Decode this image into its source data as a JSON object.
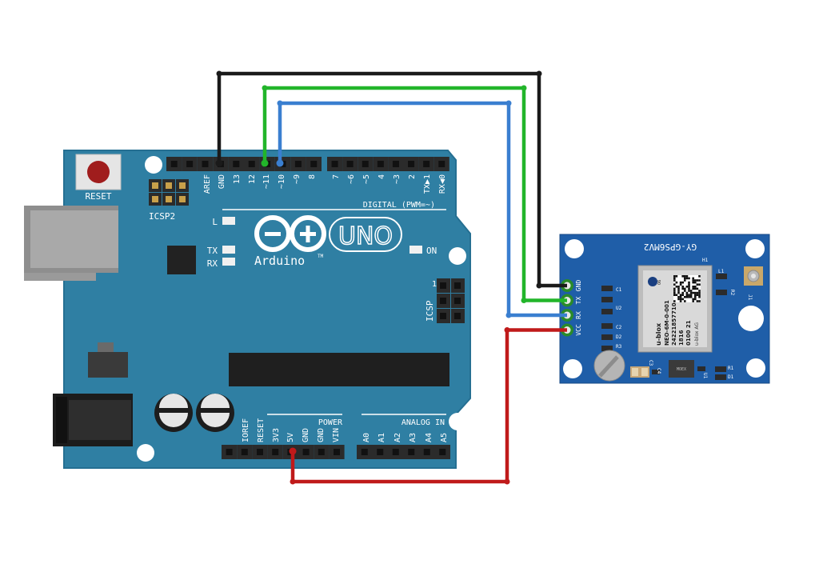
{
  "arduino": {
    "reset_label": "RESET",
    "icsp2_label": "ICSP2",
    "icsp_label": "ICSP",
    "icsp_pin1": "1",
    "digital_header": "DIGITAL (PWM=~)",
    "led_l": "L",
    "led_tx": "TX",
    "led_rx": "RX",
    "led_on": "ON",
    "logo_text": "Arduino",
    "logo_tm": "TM",
    "model": "UNO",
    "power_header": "POWER",
    "analog_header": "ANALOG IN",
    "digital_pins": [
      "AREF",
      "GND",
      "13",
      "12",
      "~11",
      "~10",
      "~9",
      "8",
      "7",
      "~6",
      "~5",
      "4",
      "~3",
      "2",
      "TX▶1",
      "RX◀0"
    ],
    "power_pins": [
      "IOREF",
      "RESET",
      "3V3",
      "5V",
      "GND",
      "GND",
      "VIN"
    ],
    "analog_pins": [
      "A0",
      "A1",
      "A2",
      "A3",
      "A4",
      "A5"
    ]
  },
  "gps": {
    "title": "GY-GPS6MV2",
    "pins": [
      "GND",
      "TX",
      "RX",
      "VCC"
    ],
    "chip_brand": "u-blox",
    "chip_model": "NEO-6M-0-001",
    "chip_serial": "24221857710",
    "chip_code1": "1816",
    "chip_code2": "0100 21",
    "chip_maker": "u-blox AG",
    "chip_mark": "06",
    "labels": {
      "h1": "H1",
      "l1": "L1",
      "j1": "J1",
      "r2": "R2",
      "c1": "C1",
      "u2": "U2",
      "c2": "C2",
      "d2": "D2",
      "r3": "R3",
      "c3": "C3",
      "c4": "C4",
      "u1": "U1",
      "r1": "R1",
      "d1": "D1",
      "reg": "MOEX"
    }
  },
  "wires": [
    {
      "from": "arduino.GND",
      "to": "gps.GND",
      "color": "#1a1a1a"
    },
    {
      "from": "arduino.~11",
      "to": "gps.TX",
      "color": "#22b52a"
    },
    {
      "from": "arduino.~10",
      "to": "gps.RX",
      "color": "#3a7fd0"
    },
    {
      "from": "arduino.5V",
      "to": "gps.VCC",
      "color": "#c01a1a"
    }
  ],
  "colors": {
    "board": "#2f7fa3",
    "board_edge": "#256f92",
    "gps_board": "#1f5ea8",
    "header": "#2b2b2b"
  }
}
